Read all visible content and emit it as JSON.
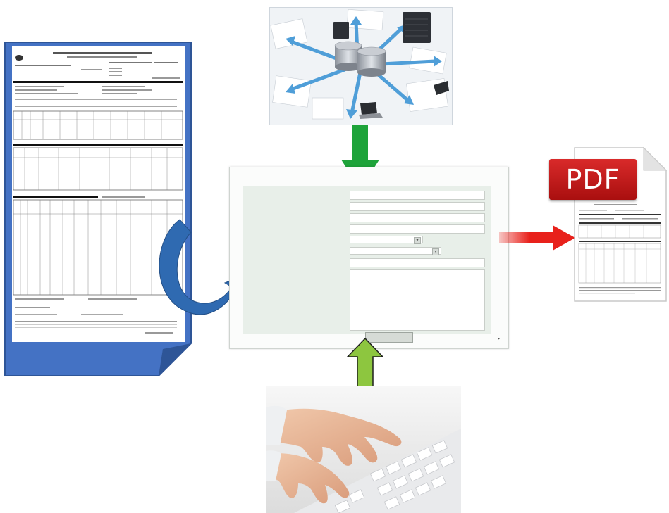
{
  "pdf_badge": {
    "label": "PDF"
  },
  "colors": {
    "paper_frame": "#4472c4",
    "paper_frame_dark": "#2e5597",
    "curved_arrow": "#2f6ab1",
    "arrow_down_green": "#1ea33a",
    "arrow_up_green": "#8dc63f",
    "arrow_right_red": "#e8211b",
    "pdf_red": "#c41a1a",
    "form_panel": "#e8efe9"
  },
  "icons": [
    "database-network-image",
    "keyboard-typing-photo",
    "scanned-form-document",
    "pdf-file-icon"
  ]
}
